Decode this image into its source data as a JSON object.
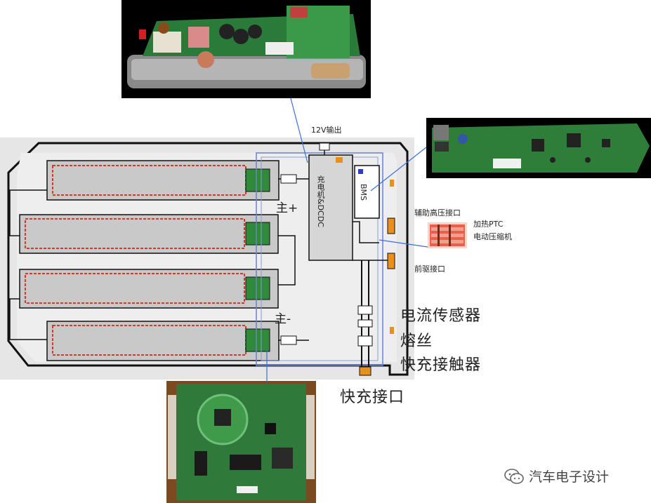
{
  "labels": {
    "output_12v": "12V输出",
    "charger_dcdc": "充电机&DCDC",
    "bms": "BMS",
    "main_plus": "主+",
    "main_minus": "主-",
    "aux_hv_port": "辅助高压接口",
    "front_drive_port": "前驱接口",
    "heater_ptc": "加热PTC",
    "e_compressor": "电动压缩机",
    "current_sensor": "电流传感器",
    "fuse": "熔丝",
    "fast_charge_contactor": "快充接触器",
    "fast_charge_port": "快充接口"
  },
  "watermark": {
    "text": "汽车电子设计"
  },
  "colors": {
    "accent_blue": "#3a6fd8",
    "pcb_green": "#2f8a3a",
    "module_red": "#d23a2a",
    "orange_port": "#e8901c"
  }
}
